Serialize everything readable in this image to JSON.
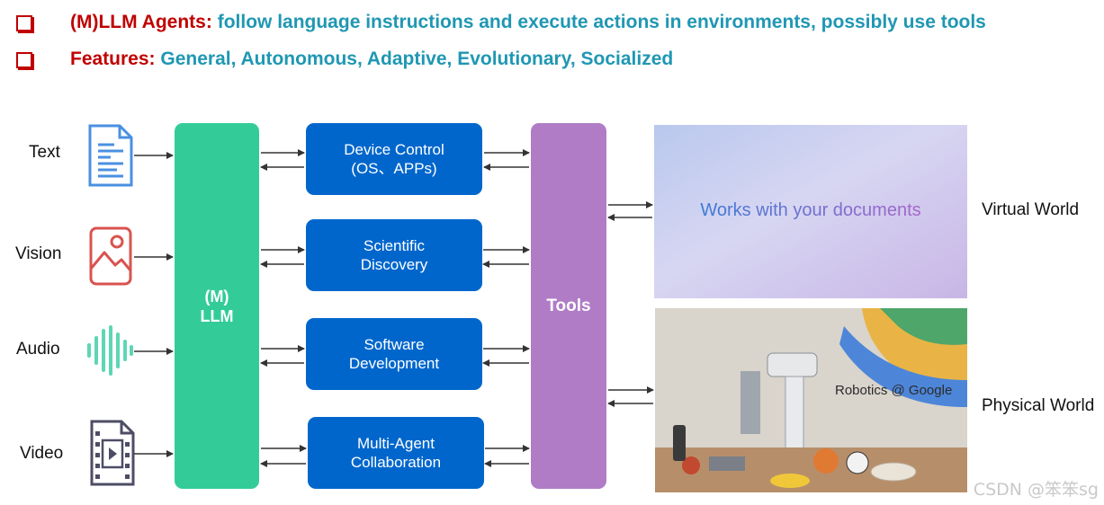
{
  "bullets": [
    {
      "head": "(M)LLM Agents:",
      "text": "follow language instructions and execute actions in environments, possibly use tools"
    },
    {
      "head": "Features:",
      "text": "General, Autonomous, Adaptive, Evolutionary, Socialized"
    }
  ],
  "inputs": [
    {
      "label": "Text",
      "icon": "document-icon"
    },
    {
      "label": "Vision",
      "icon": "image-icon"
    },
    {
      "label": "Audio",
      "icon": "waveform-icon"
    },
    {
      "label": "Video",
      "icon": "video-file-icon"
    }
  ],
  "llm": {
    "line1": "(M)",
    "line2": "LLM"
  },
  "tasks": [
    {
      "line1": "Device Control",
      "line2": "(OS、APPs)"
    },
    {
      "line1": "Scientific",
      "line2": "Discovery"
    },
    {
      "line1": "Software",
      "line2": "Development"
    },
    {
      "line1": "Multi-Agent",
      "line2": "Collaboration"
    }
  ],
  "tools": {
    "label": "Tools"
  },
  "worlds": [
    {
      "label": "Virtual World",
      "image_text": "Works with your documents"
    },
    {
      "label": "Physical World",
      "image_text": "Robotics @ Google"
    }
  ],
  "watermark": "CSDN @笨笨sg",
  "colors": {
    "llm": "#33cc99",
    "task": "#0066cc",
    "tools": "#b07cc6",
    "title_red": "#c00000",
    "title_teal": "#1f97b3"
  }
}
